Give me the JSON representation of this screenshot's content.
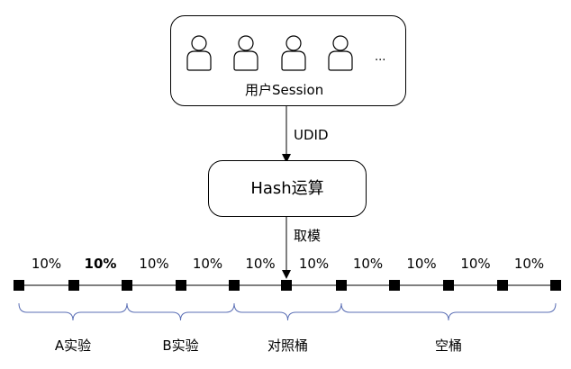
{
  "session_box": {
    "users": [
      "user-1",
      "user-2",
      "user-3",
      "user-4"
    ],
    "ellipsis": "...",
    "label": "用户Session"
  },
  "arrow_top": {
    "label": "UDID"
  },
  "hash_box": {
    "label": "Hash运算"
  },
  "arrow_bottom": {
    "label": "取模"
  },
  "buckets": [
    {
      "label": "10%",
      "bold": false
    },
    {
      "label": "10%",
      "bold": true
    },
    {
      "label": "10%",
      "bold": false
    },
    {
      "label": "10%",
      "bold": false
    },
    {
      "label": "10%",
      "bold": false
    },
    {
      "label": "10%",
      "bold": false
    },
    {
      "label": "10%",
      "bold": false
    },
    {
      "label": "10%",
      "bold": false
    },
    {
      "label": "10%",
      "bold": false
    },
    {
      "label": "10%",
      "bold": false
    }
  ],
  "groups": [
    {
      "label": "A实验"
    },
    {
      "label": "B实验"
    },
    {
      "label": "对照桶"
    },
    {
      "label": "空桶"
    }
  ],
  "colors": {
    "line": "#000000",
    "brace": "#5b6fb5",
    "text": "#000000"
  },
  "icons": {
    "user": "person-icon",
    "tick": "square-tick-icon"
  }
}
